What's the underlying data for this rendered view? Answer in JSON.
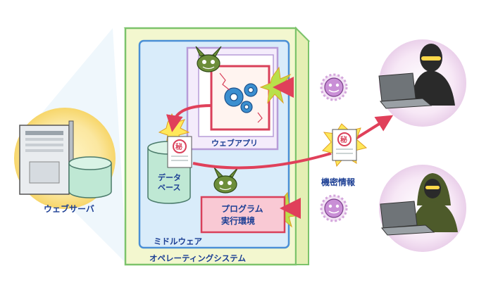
{
  "labels": {
    "web_server": "ウェブサーバ",
    "web_app": "ウェブアプリ",
    "database_line1": "データ",
    "database_line2": "ベース",
    "program_env_line1": "プログラム",
    "program_env_line2": "実行環境",
    "middleware": "ミドルウェア",
    "operating_system": "オペレーティングシステム",
    "confidential_info": "機密情報",
    "secret_mark": "秘"
  },
  "colors": {
    "server_glow": "#fbe7a0",
    "os_border": "#7cc36b",
    "os_fill": "#f3f7cf",
    "middleware_border": "#4a8fd6",
    "middleware_fill": "#d9ecfa",
    "webapp_border": "#b79cd8",
    "webapp_fill": "#f0e6fb",
    "program_fill": "#f9c9d4",
    "program_border": "#d9405a",
    "arrow_red": "#e0405a",
    "attacker_glow": "#f3e0f3",
    "label_blue": "#1c3f94"
  },
  "icons": [
    "server-icon",
    "database-icon",
    "gear-icon",
    "virus-icon",
    "bug-monster-icon",
    "hacker-icon",
    "laptop-icon",
    "secret-document-icon"
  ]
}
